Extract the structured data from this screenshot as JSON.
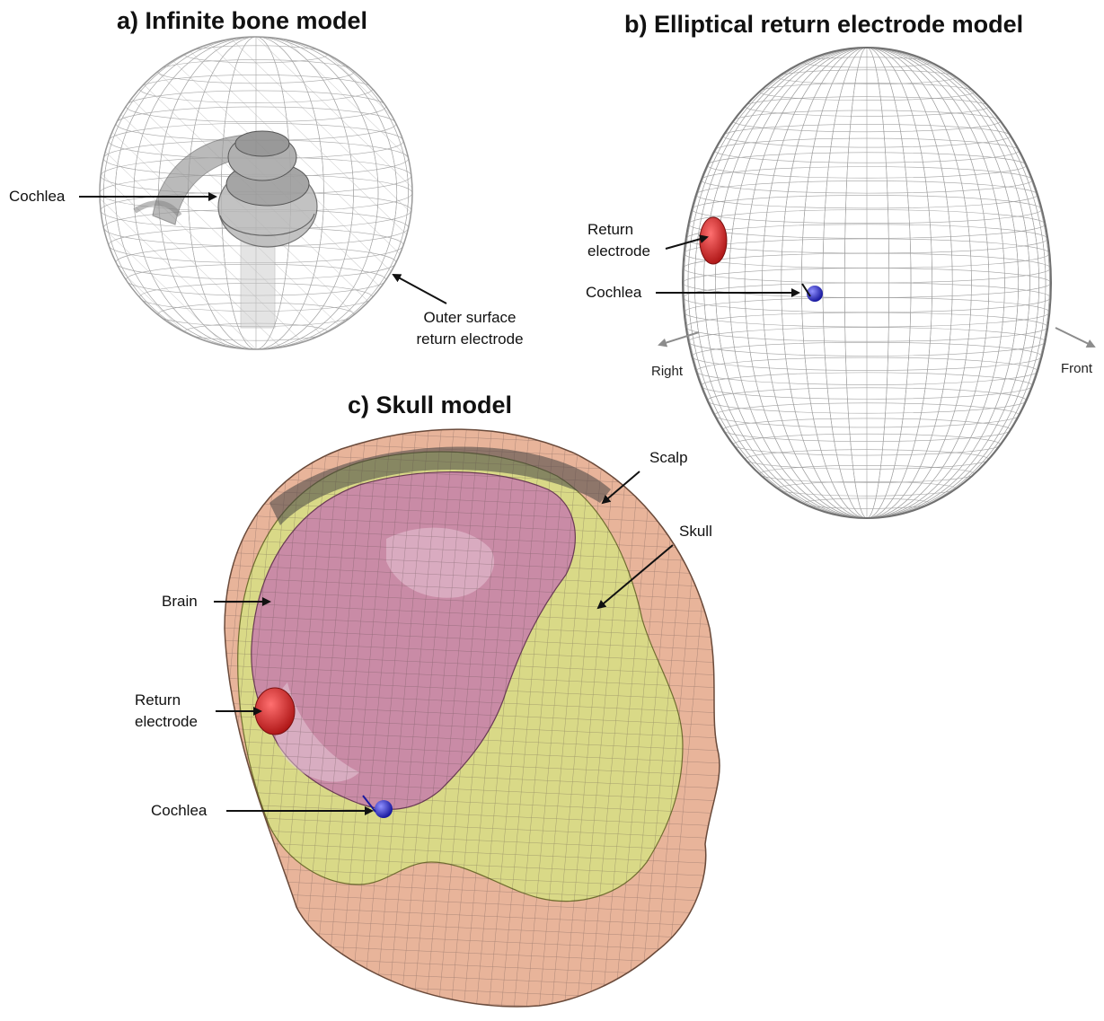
{
  "panels": {
    "a": {
      "title": "a) Infinite bone model",
      "labels": {
        "cochlea": "Cochlea",
        "outer_surface_line1": "Outer surface",
        "outer_surface_line2": "return electrode"
      }
    },
    "b": {
      "title": "b) Elliptical return electrode model",
      "labels": {
        "return_line1": "Return",
        "return_line2": "electrode",
        "cochlea": "Cochlea",
        "right": "Right",
        "front": "Front"
      }
    },
    "c": {
      "title": "c) Skull model",
      "labels": {
        "scalp": "Scalp",
        "skull": "Skull",
        "brain": "Brain",
        "return_line1": "Return",
        "return_line2": "electrode",
        "cochlea": "Cochlea"
      }
    }
  },
  "colors": {
    "mesh_line": "#8a8a8a",
    "scalp": "#e8b49a",
    "skull": "#d9dc86",
    "brain": "#c98ba6",
    "return_electrode": "#d42a2a",
    "cochlea_marker": "#2a2ad4",
    "arrow": "#111111",
    "direction_arrow": "#8c8c8c"
  }
}
